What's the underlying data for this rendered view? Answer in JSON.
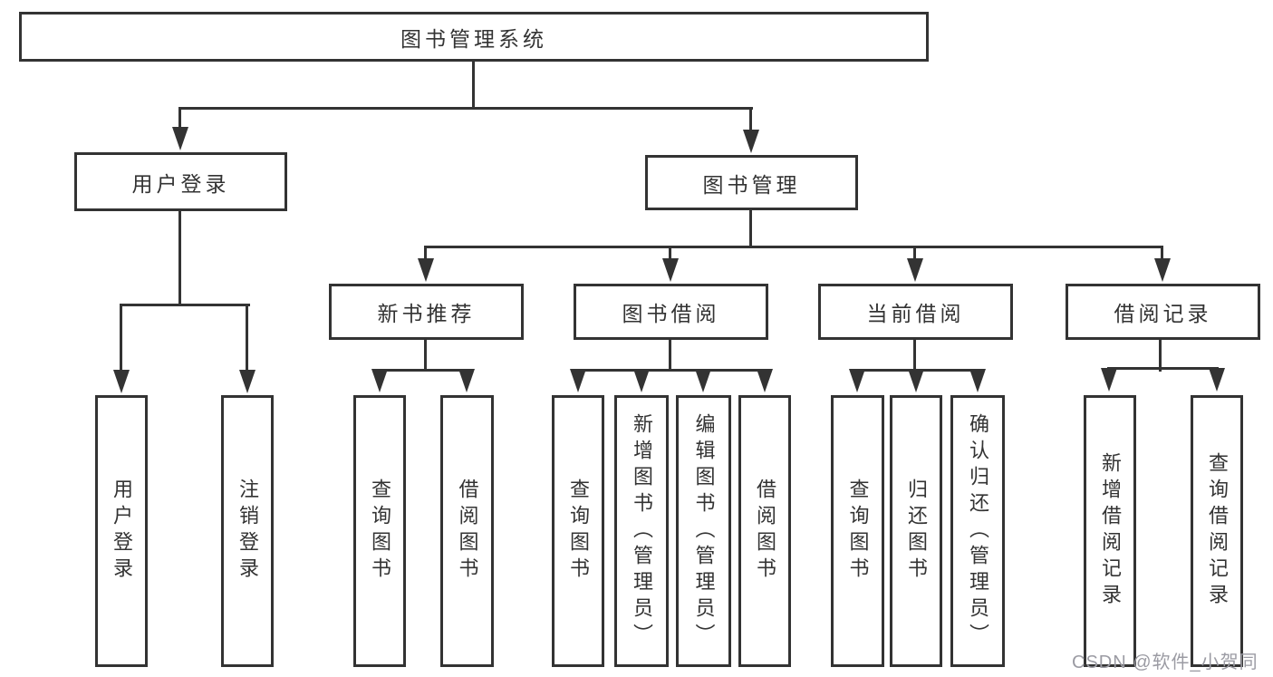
{
  "colors": {
    "line": "#333333",
    "text": "#333333",
    "background": "#ffffff",
    "watermark": "#9b9ba3"
  },
  "watermark": {
    "text": "CSDN @软件_小贺同学"
  },
  "tree": {
    "root": {
      "label": "图书管理系统"
    },
    "level2": [
      {
        "label": "用户登录"
      },
      {
        "label": "图书管理"
      }
    ],
    "level3": [
      {
        "label": "新书推荐"
      },
      {
        "label": "图书借阅"
      },
      {
        "label": "当前借阅"
      },
      {
        "label": "借阅记录"
      }
    ],
    "leaves": {
      "user_login": [
        {
          "label": "用户登录"
        },
        {
          "label": "注销登录"
        }
      ],
      "new_books": [
        {
          "label": "查询图书"
        },
        {
          "label": "借阅图书"
        }
      ],
      "book_borrow": [
        {
          "label": "查询图书"
        },
        {
          "label": "新增图书（管理员）"
        },
        {
          "label": "编辑图书（管理员）"
        },
        {
          "label": "借阅图书"
        }
      ],
      "current_borrow": [
        {
          "label": "查询图书"
        },
        {
          "label": "归还图书"
        },
        {
          "label": "确认归还（管理员）"
        }
      ],
      "borrow_records": [
        {
          "label": "新增借阅记录"
        },
        {
          "label": "查询借阅记录"
        }
      ]
    }
  }
}
